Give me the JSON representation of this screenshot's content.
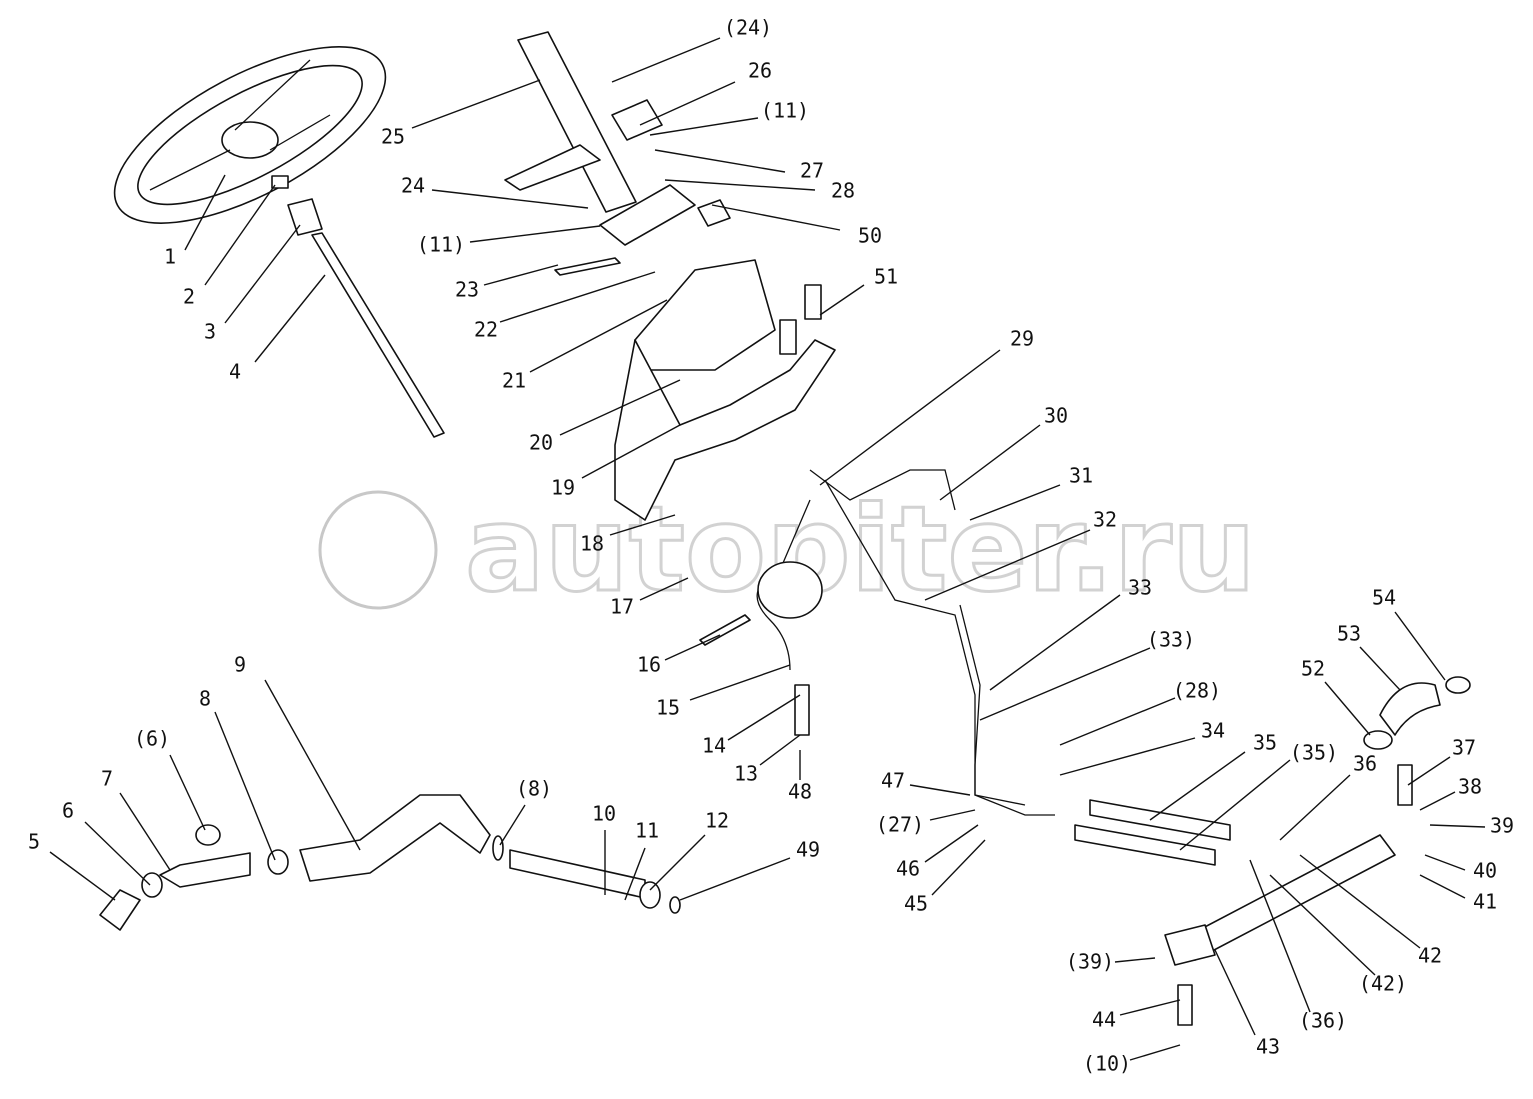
{
  "watermark": "autopiter.ru",
  "labels": [
    "(24)",
    "26",
    "(11)",
    "27",
    "28",
    "50",
    "25",
    "24",
    "(11)",
    "23",
    "22",
    "21",
    "51",
    "29",
    "30",
    "31",
    "32",
    "33",
    "(33)",
    "(28)",
    "34",
    "35",
    "(35)",
    "36",
    "52",
    "53",
    "54",
    "37",
    "38",
    "39",
    "40",
    "41",
    "42",
    "(42)",
    "(36)",
    "43",
    "(39)",
    "44",
    "(10)",
    "47",
    "(27)",
    "46",
    "45",
    "48",
    "13",
    "14",
    "15",
    "16",
    "17",
    "18",
    "19",
    "20",
    "1",
    "2",
    "3",
    "4",
    "5",
    "6",
    "7",
    "(6)",
    "8",
    "9",
    "(8)",
    "10",
    "11",
    "12",
    "49"
  ]
}
